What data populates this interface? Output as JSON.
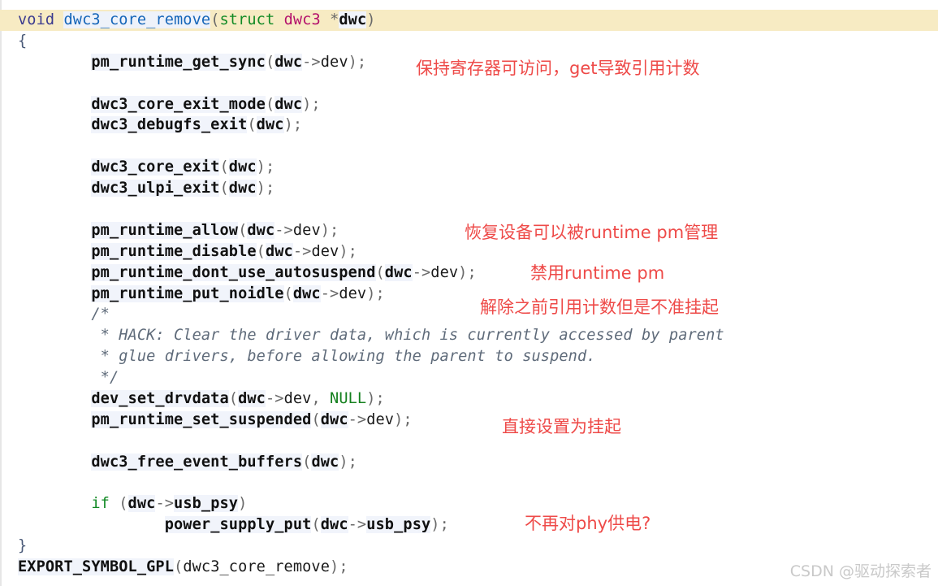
{
  "code": {
    "signature": {
      "keyword": "void",
      "function_name": "dwc3_core_remove",
      "open_paren": "(",
      "struct_kw": "struct",
      "struct_name": "dwc3",
      "pointer": "*",
      "param": "dwc",
      "close_paren": ")"
    },
    "open_brace": "{",
    "close_brace": "}",
    "lines": {
      "l2": {
        "indent": "        ",
        "fn": "pm_runtime_get_sync",
        "open": "(",
        "var": "dwc",
        "arrow": "->",
        "field": "dev",
        "close": ");"
      },
      "l4": {
        "indent": "        ",
        "fn": "dwc3_core_exit_mode",
        "open": "(",
        "var": "dwc",
        "close": ");"
      },
      "l5": {
        "indent": "        ",
        "fn": "dwc3_debugfs_exit",
        "open": "(",
        "var": "dwc",
        "close": ");"
      },
      "l7": {
        "indent": "        ",
        "fn": "dwc3_core_exit",
        "open": "(",
        "var": "dwc",
        "close": ");"
      },
      "l8": {
        "indent": "        ",
        "fn": "dwc3_ulpi_exit",
        "open": "(",
        "var": "dwc",
        "close": ");"
      },
      "l10": {
        "indent": "        ",
        "fn": "pm_runtime_allow",
        "open": "(",
        "var": "dwc",
        "arrow": "->",
        "field": "dev",
        "close": ");"
      },
      "l11": {
        "indent": "        ",
        "fn": "pm_runtime_disable",
        "open": "(",
        "var": "dwc",
        "arrow": "->",
        "field": "dev",
        "close": ");"
      },
      "l12": {
        "indent": "        ",
        "fn": "pm_runtime_dont_use_autosuspend",
        "open": "(",
        "var": "dwc",
        "arrow": "->",
        "field": "dev",
        "close": ");"
      },
      "l13": {
        "indent": "        ",
        "fn": "pm_runtime_put_noidle",
        "open": "(",
        "var": "dwc",
        "arrow": "->",
        "field": "dev",
        "close": ");"
      },
      "c1": "        /*",
      "c2": "         * HACK: Clear the driver data, which is currently accessed by parent",
      "c3": "         * glue drivers, before allowing the parent to suspend.",
      "c4": "         */",
      "l18": {
        "indent": "        ",
        "fn": "dev_set_drvdata",
        "open": "(",
        "var": "dwc",
        "arrow": "->",
        "field": "dev",
        "comma": ", ",
        "const": "NULL",
        "close": ");"
      },
      "l19": {
        "indent": "        ",
        "fn": "pm_runtime_set_suspended",
        "open": "(",
        "var": "dwc",
        "arrow": "->",
        "field": "dev",
        "close": ");"
      },
      "l21": {
        "indent": "        ",
        "fn": "dwc3_free_event_buffers",
        "open": "(",
        "var": "dwc",
        "close": ");"
      },
      "l23": {
        "indent": "        ",
        "kw": "if",
        "space": " (",
        "var": "dwc",
        "arrow": "->",
        "field": "usb_psy",
        "close": ")"
      },
      "l24": {
        "indent": "                ",
        "fn": "power_supply_put",
        "open": "(",
        "var": "dwc",
        "arrow": "->",
        "field": "usb_psy",
        "close": ");"
      },
      "l26": {
        "fn": "EXPORT_SYMBOL_GPL",
        "open": "(",
        "arg": "dwc3_core_remove",
        "close": ");"
      }
    }
  },
  "annotations": {
    "get_sync": "保持寄存器可访问，get导致引用计数",
    "allow": "恢复设备可以被runtime pm管理",
    "disable": "禁用runtime pm",
    "put_noidle": "解除之前引用计数但是不准挂起",
    "set_suspended": "直接设置为挂起",
    "power_supply": "不再对phy供电?"
  },
  "watermark": "CSDN @驱动探索者",
  "colors": {
    "current_line_bg": "#f7ebc3",
    "annotation_red": "#ee4a48",
    "function_decl_blue": "#1565b8",
    "struct_magenta": "#b3106b",
    "keyword_green": "#128a25",
    "comment_gray": "#5f6b7a"
  }
}
